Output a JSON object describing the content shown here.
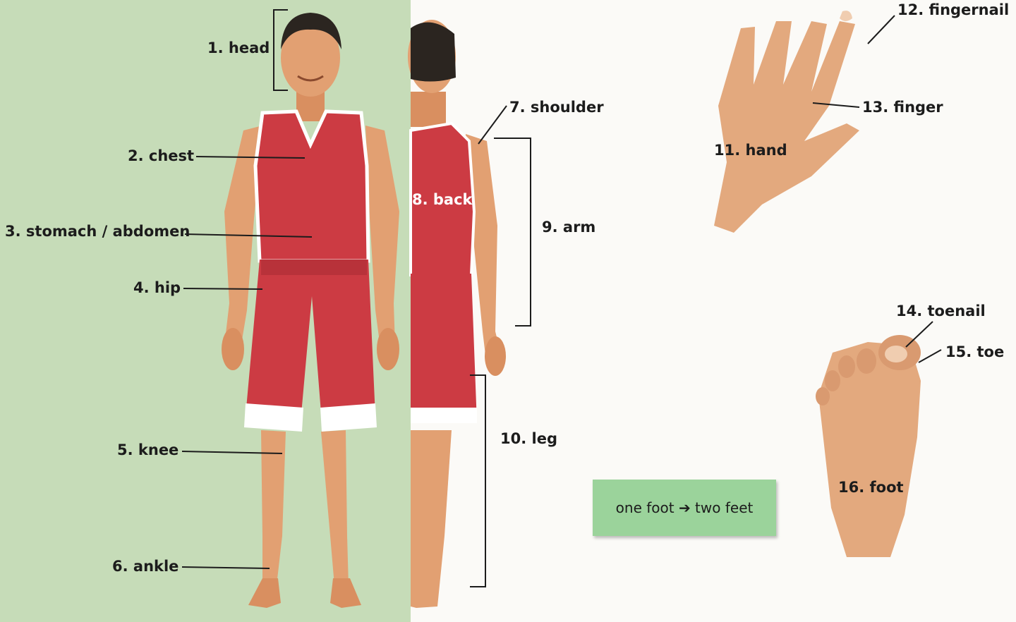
{
  "labels": {
    "head": "1. head",
    "chest": "2. chest",
    "stomach": "3. stomach / abdomen",
    "hip": "4. hip",
    "knee": "5. knee",
    "ankle": "6. ankle",
    "shoulder": "7. shoulder",
    "back": "8. back",
    "arm": "9. arm",
    "leg": "10. leg",
    "hand": "11. hand",
    "fingernail": "12. fingernail",
    "finger": "13. finger",
    "toenail": "14. toenail",
    "toe": "15. toe",
    "foot": "16. foot"
  },
  "note": {
    "text": "one foot ➔ two feet"
  },
  "colors": {
    "background": "#fbfaf7",
    "green_panel": "#c6dcb8",
    "jersey_red": "#cc3b43",
    "skin": "#e2a072",
    "hair": "#2b2520",
    "note_green": "#9bd39b"
  }
}
